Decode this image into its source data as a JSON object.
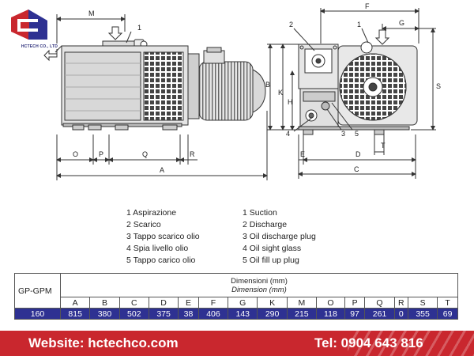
{
  "brand": {
    "name": "HCTECH CO., LTD",
    "colors": {
      "red": "#c9272e",
      "navy": "#2e3192"
    }
  },
  "drawing_labels": {
    "side": [
      "M",
      "1",
      "O",
      "P",
      "Q",
      "R",
      "A"
    ],
    "front": [
      "F",
      "G",
      "2",
      "1",
      "S",
      "B",
      "K",
      "H",
      "4",
      "3",
      "5",
      "E",
      "D",
      "T",
      "C"
    ]
  },
  "legend": {
    "italian": [
      "1 Aspirazione",
      "2 Scarico",
      "3 Tappo scarico olio",
      "4 Spia livello olio",
      "5 Tappo carico olio"
    ],
    "english": [
      "1 Suction",
      "2 Discharge",
      "3 Oil discharge plug",
      "4 Oil sight glass",
      "5 Oil fill up plug"
    ]
  },
  "table": {
    "model_header": "GP-GPM",
    "dims_header": "Dimensioni (mm)",
    "dims_header_italic": "Dimension (mm)",
    "columns": [
      "A",
      "B",
      "C",
      "D",
      "E",
      "F",
      "G",
      "K",
      "M",
      "O",
      "P",
      "Q",
      "R",
      "S",
      "T"
    ],
    "rows": [
      {
        "model": "160",
        "values": [
          "815",
          "380",
          "502",
          "375",
          "38",
          "406",
          "143",
          "290",
          "215",
          "118",
          "97",
          "261",
          "0",
          "355",
          "69"
        ]
      }
    ]
  },
  "footer": {
    "website": "Website: hctechco.com",
    "phone": "Tel: 0904 643 816"
  }
}
